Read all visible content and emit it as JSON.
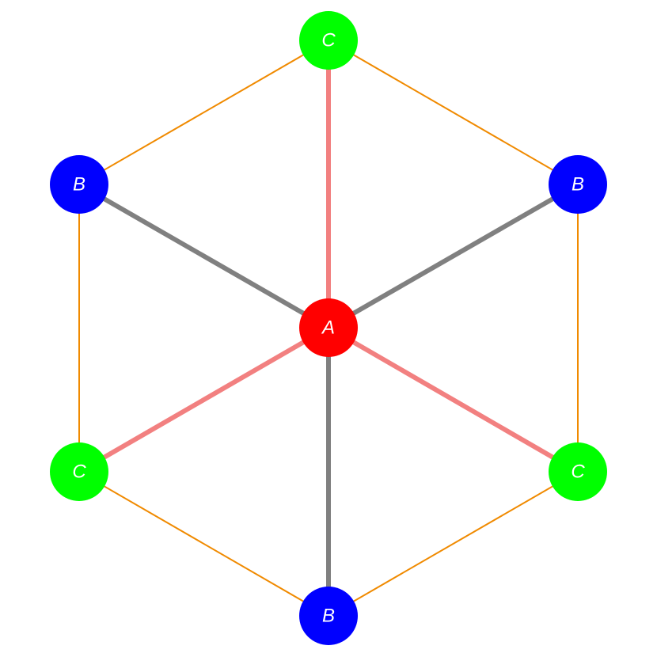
{
  "diagram": {
    "colors": {
      "outer_edge": "#f08a00",
      "spoke_pink": "#f28080",
      "spoke_gray": "#808080",
      "node_a": "#ff0000",
      "node_b": "#0000ff",
      "node_c": "#00ff00",
      "label": "#ffffff"
    },
    "nodes": {
      "center": {
        "label": "A",
        "type": "A"
      },
      "top": {
        "label": "C",
        "type": "C"
      },
      "upper_right": {
        "label": "B",
        "type": "B"
      },
      "lower_right": {
        "label": "C",
        "type": "C"
      },
      "bottom": {
        "label": "B",
        "type": "B"
      },
      "lower_left": {
        "label": "C",
        "type": "C"
      },
      "upper_left": {
        "label": "B",
        "type": "B"
      }
    },
    "edges": [
      {
        "from": "top",
        "to": "upper_right",
        "kind": "outer"
      },
      {
        "from": "upper_right",
        "to": "lower_right",
        "kind": "outer"
      },
      {
        "from": "lower_right",
        "to": "bottom",
        "kind": "outer"
      },
      {
        "from": "bottom",
        "to": "lower_left",
        "kind": "outer"
      },
      {
        "from": "lower_left",
        "to": "upper_left",
        "kind": "outer"
      },
      {
        "from": "upper_left",
        "to": "top",
        "kind": "outer"
      },
      {
        "from": "center",
        "to": "top",
        "kind": "spoke_pink"
      },
      {
        "from": "center",
        "to": "lower_right",
        "kind": "spoke_pink"
      },
      {
        "from": "center",
        "to": "lower_left",
        "kind": "spoke_pink"
      },
      {
        "from": "center",
        "to": "upper_right",
        "kind": "spoke_gray"
      },
      {
        "from": "center",
        "to": "bottom",
        "kind": "spoke_gray"
      },
      {
        "from": "center",
        "to": "upper_left",
        "kind": "spoke_gray"
      }
    ]
  }
}
